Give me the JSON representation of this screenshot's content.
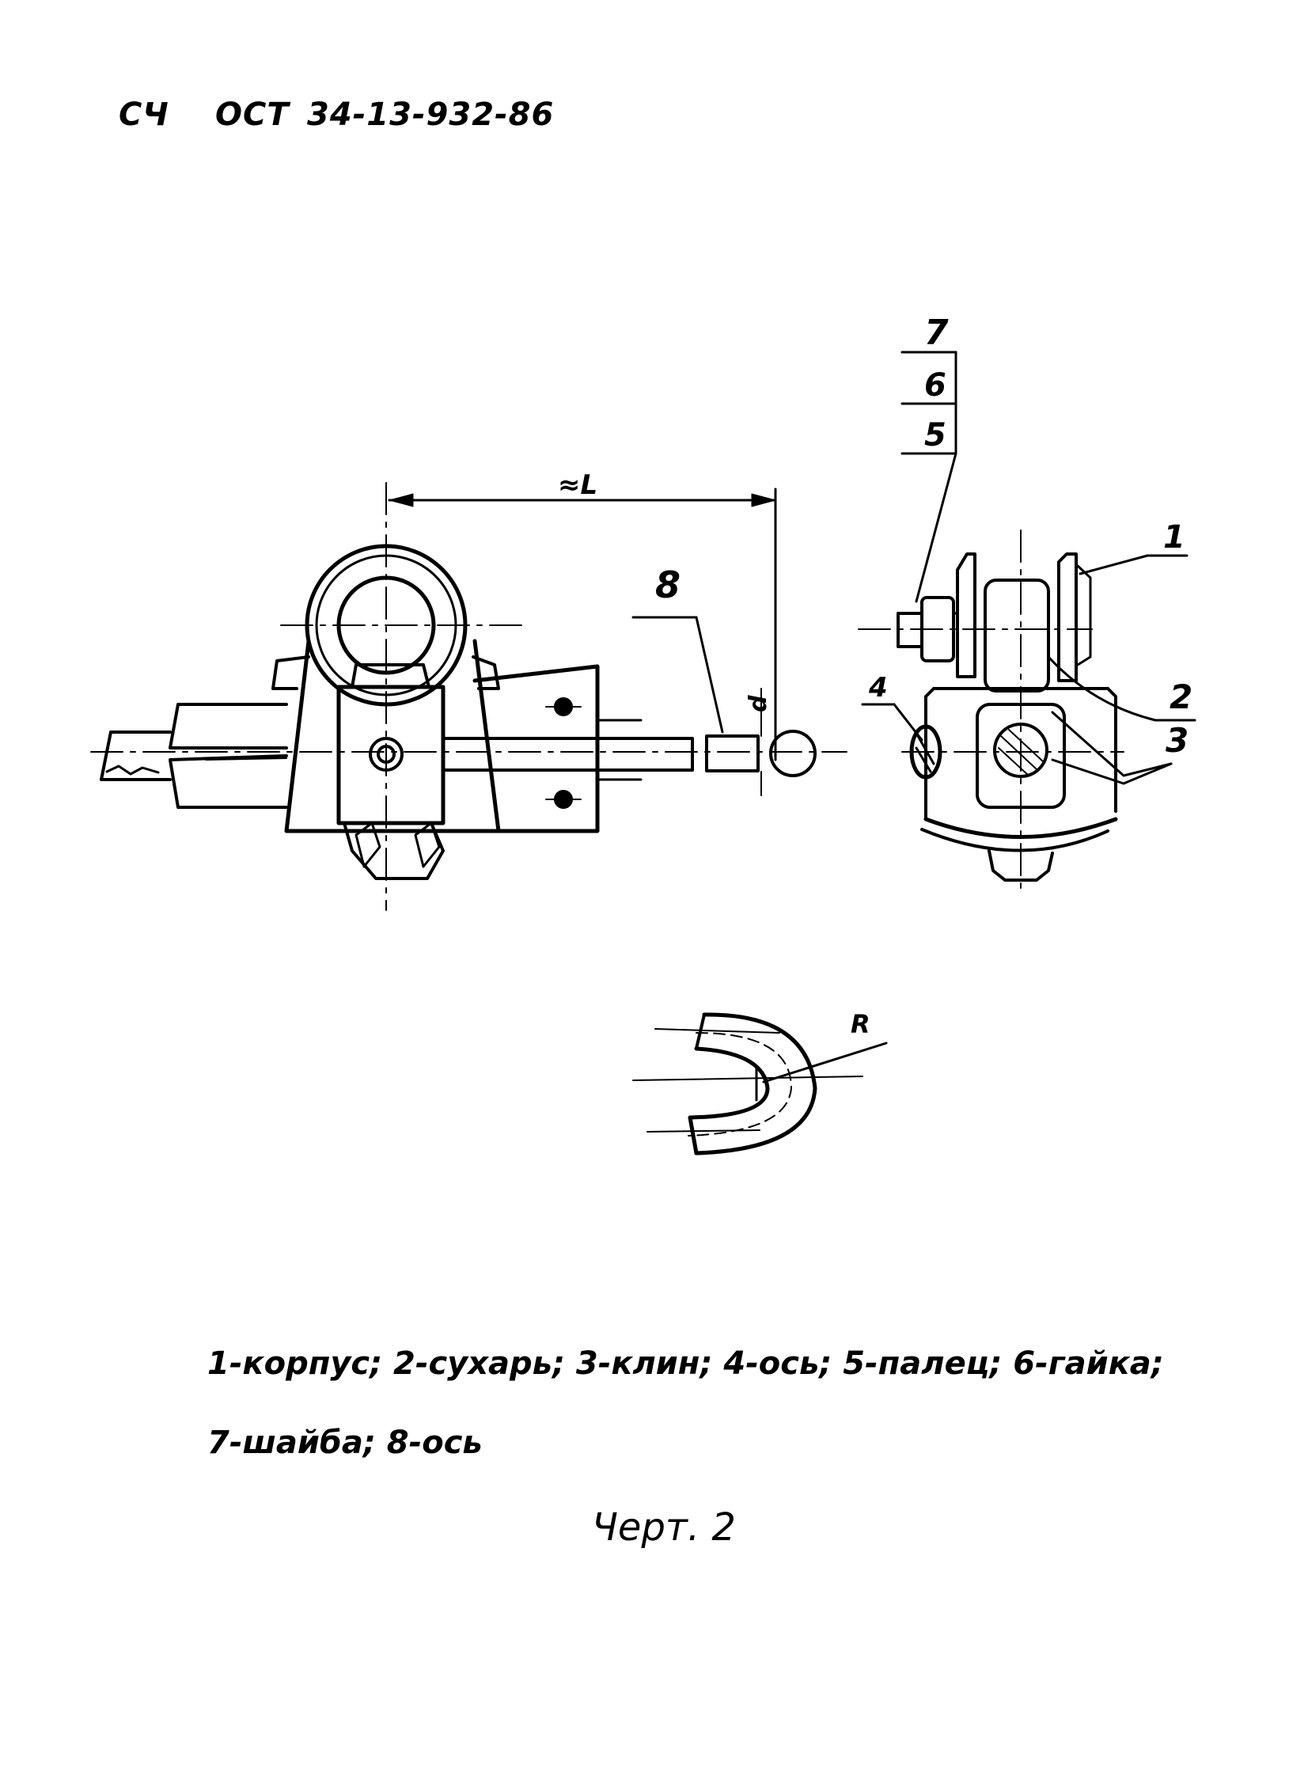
{
  "header": {
    "code": "СЧ",
    "standard": "ОСТ",
    "number": "34-13-932-86"
  },
  "drawing": {
    "dimension_label": "≈L",
    "diameter_label": "d",
    "radius_label": "R",
    "callouts": [
      "1",
      "2",
      "3",
      "4",
      "5",
      "6",
      "7",
      "8"
    ]
  },
  "legend": {
    "line1": "1-корпус; 2-сухарь; 3-клин; 4-ось; 5-палец; 6-гайка;",
    "line2": "7-шайба; 8-ось"
  },
  "caption": "Черт. 2"
}
